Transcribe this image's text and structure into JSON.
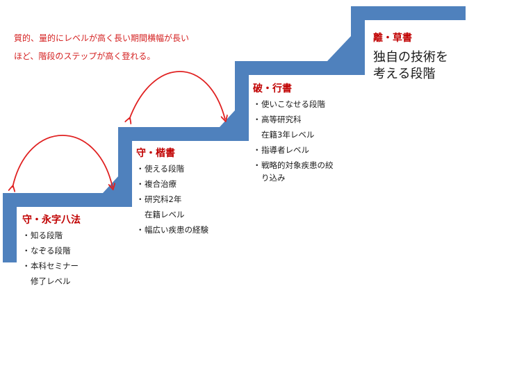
{
  "note": {
    "line1": "質的、量的にレベルが高く長い期間横幅が長い",
    "line2": "ほど、階段のステップが高く登れる。"
  },
  "stages": [
    {
      "title": "守・永字八法",
      "items": [
        "知る段階",
        "なぞる段階",
        "本科セミナー",
        "修了レベル"
      ],
      "bullets": [
        true,
        true,
        true,
        false
      ]
    },
    {
      "title": "守・楷書",
      "items": [
        "使える段階",
        "複合治療",
        "研究科2年",
        "在籍レベル",
        "幅広い疾患の経験"
      ],
      "bullets": [
        true,
        true,
        true,
        false,
        true
      ]
    },
    {
      "title": "破・行書",
      "items": [
        "使いこなせる段階",
        "高等研究科",
        "在籍3年レベル",
        "指導者レベル",
        "戦略的対象疾患の絞",
        "り込み"
      ],
      "bullets": [
        true,
        true,
        false,
        true,
        true,
        false
      ]
    },
    {
      "title": "離・草書",
      "subtitle_line1": "独自の技術を",
      "subtitle_line2": "考える段階"
    }
  ],
  "colors": {
    "stair": "#4f81bd",
    "arrow": "#e02020",
    "title": "#c00000",
    "note": "#d42020"
  }
}
